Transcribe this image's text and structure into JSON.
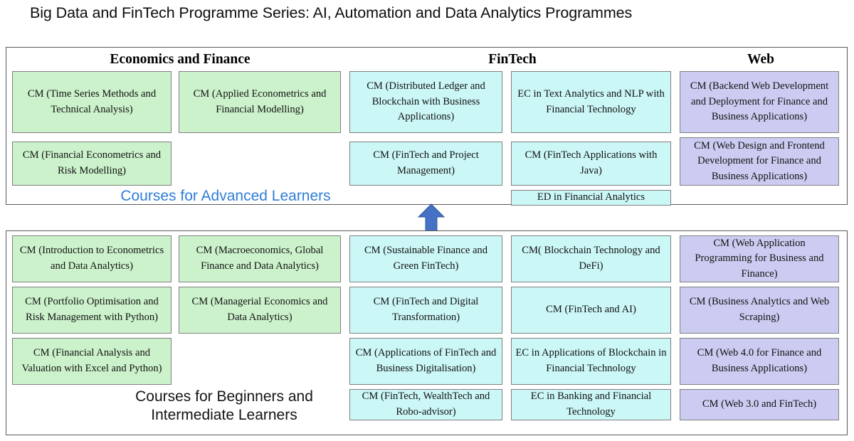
{
  "title": "Big Data and FinTech Programme Series: AI, Automation and Data Analytics Programmes",
  "colors": {
    "green": "#ccf2cc",
    "cyan": "#ccf7f7",
    "purple": "#ccccf2",
    "box_border": "#7f7f7f",
    "panel_border": "#5a5a5a",
    "advanced_caption": "#2f7ed8",
    "beginner_caption": "#141414",
    "arrow": "#4472c4"
  },
  "columns": {
    "economics_and_finance": "Economics and Finance",
    "fintech": "FinTech",
    "web": "Web"
  },
  "advanced": {
    "caption": "Courses for Advanced Learners",
    "econ_col1": [
      "CM (Time Series Methods and Technical Analysis)",
      "CM (Financial Econometrics and Risk Modelling)"
    ],
    "econ_col2": [
      "CM (Applied Econometrics and Financial Modelling)"
    ],
    "fintech_col1": [
      "CM (Distributed Ledger and Blockchain with Business Applications)",
      "CM (FinTech and Project Management)"
    ],
    "fintech_col2": [
      "EC in Text Analytics and NLP with Financial Technology",
      "CM (FinTech Applications with Java)",
      "ED in Financial Analytics"
    ],
    "web_col": [
      "CM (Backend Web Development and Deployment for Finance and Business Applications)",
      "CM (Web Design and Frontend Development for Finance and Business Applications)"
    ]
  },
  "beginner": {
    "caption": "Courses for Beginners and Intermediate Learners",
    "econ_col1": [
      "CM (Introduction to Econometrics and Data Analytics)",
      "CM (Portfolio Optimisation and Risk Management with Python)",
      "CM (Financial Analysis and Valuation with Excel and Python)"
    ],
    "econ_col2": [
      "CM (Macroeconomics, Global Finance and Data Analytics)",
      "CM (Managerial Economics and Data Analytics)"
    ],
    "fintech_col1": [
      "CM (Sustainable Finance and Green FinTech)",
      "CM (FinTech and Digital Transformation)",
      "CM (Applications of FinTech and Business Digitalisation)",
      "CM (FinTech, WealthTech and Robo-advisor)"
    ],
    "fintech_col2": [
      "CM( Blockchain Technology and DeFi)",
      "CM (FinTech and AI)",
      "EC in Applications of Blockchain in Financial Technology",
      "EC in Banking and Financial Technology"
    ],
    "web_col": [
      "CM (Web Application Programming for Business and Finance)",
      "CM (Business Analytics and Web Scraping)",
      "CM (Web 4.0 for Finance and Business Applications)",
      "CM (Web 3.0 and FinTech)"
    ]
  },
  "arrow": {
    "name": "arrow-up",
    "direction": "up"
  }
}
